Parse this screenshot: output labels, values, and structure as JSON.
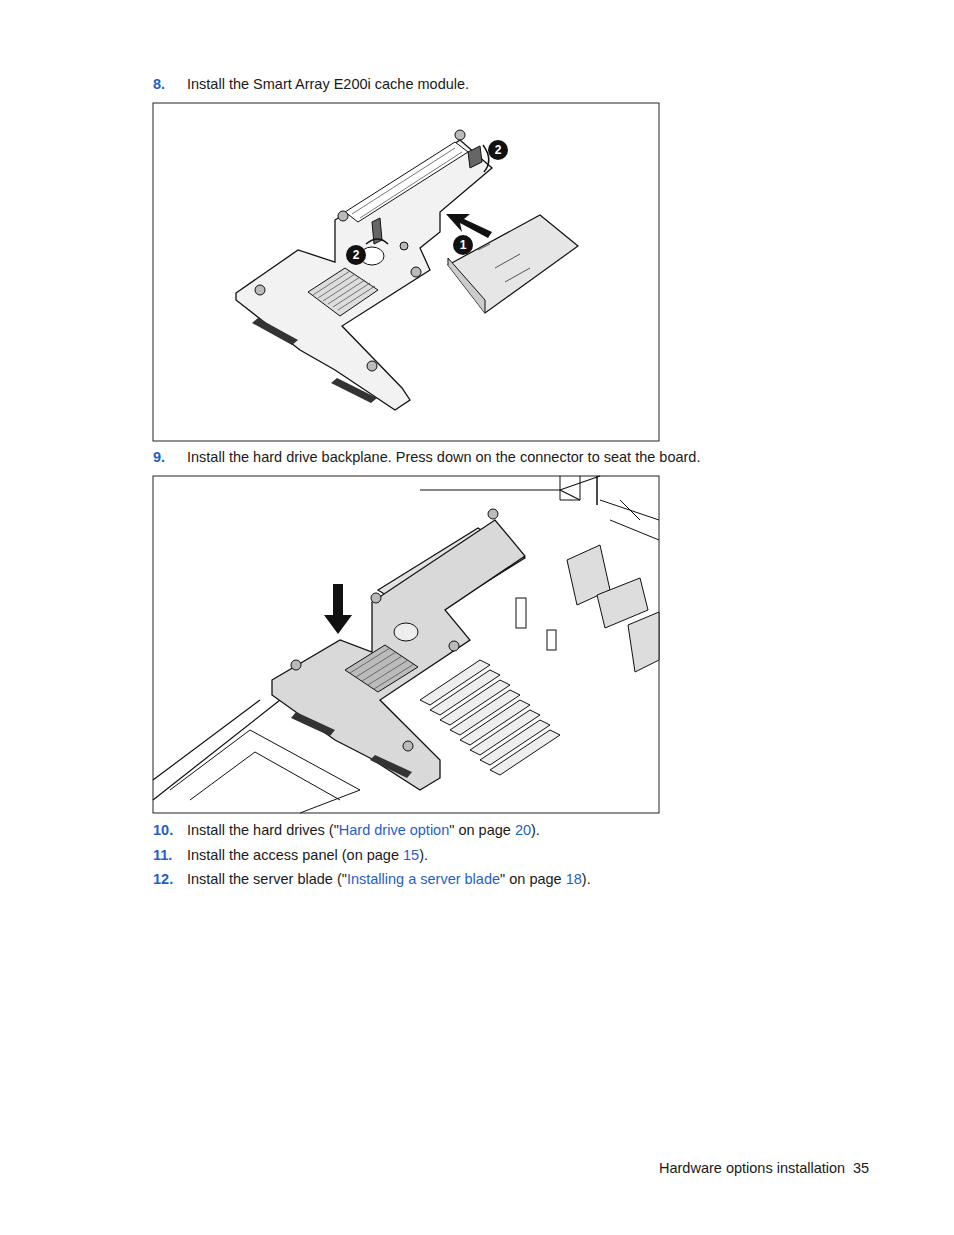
{
  "diagram": {
    "labels": [
      "8.",
      "Install the Smart Array E200i cache module.",
      "2",
      "2",
      "1",
      "9.",
      "Install the hard drive backplane. Press down on the connector to seat the board.",
      "10.",
      "Install the hard drives (\"",
      "Hard drive option",
      "\" on page ",
      "20",
      ").",
      "11.",
      "Install the access panel (on page ",
      "15",
      ").",
      "12.",
      "Install the server blade (\"",
      "Installing a server blade",
      "\" on page ",
      "18",
      ").",
      "Hardware options installation",
      "35"
    ]
  }
}
